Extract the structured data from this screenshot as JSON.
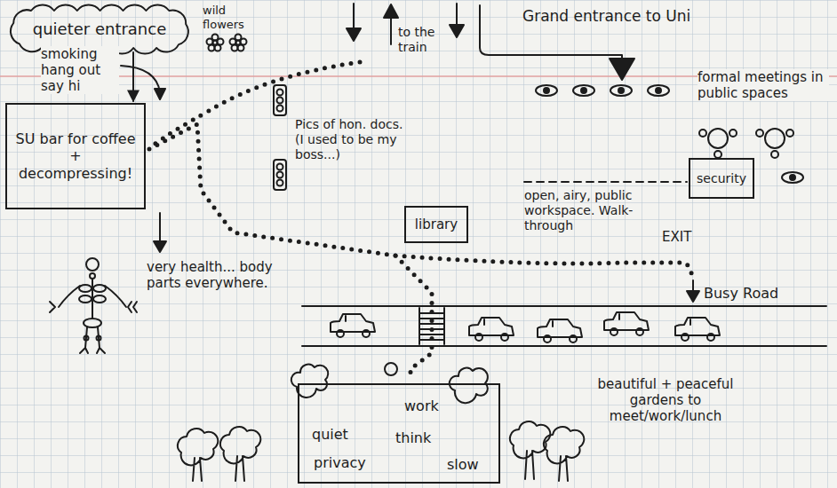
{
  "diagram": {
    "nodes": [
      {
        "text": [
          "quieter entrance"
        ]
      },
      {
        "text": [
          "SU bar for coffee + decompressing!"
        ]
      },
      {
        "text": [
          "security"
        ]
      },
      {
        "text": [
          "library"
        ]
      },
      {
        "text": [
          "work",
          "quiet",
          "think",
          "privacy",
          "slow"
        ]
      }
    ],
    "edges": [
      {
        "from": 0,
        "to": 1,
        "arrow": "to"
      },
      {
        "from": 1,
        "to": 4,
        "arrow": "none"
      }
    ],
    "labels": [
      "wild flowers",
      "to the train",
      "Grand entrance to Uni",
      "smoking hang out say hi",
      "formal meetings in public spaces",
      "Pics of hon. docs. (I used to be my boss...)",
      "open, airy, public workspace. Walk-through",
      "EXIT",
      "Busy Road",
      "very health... body parts everywhere.",
      "beautiful + peaceful gardens to meet/work/lunch"
    ]
  }
}
